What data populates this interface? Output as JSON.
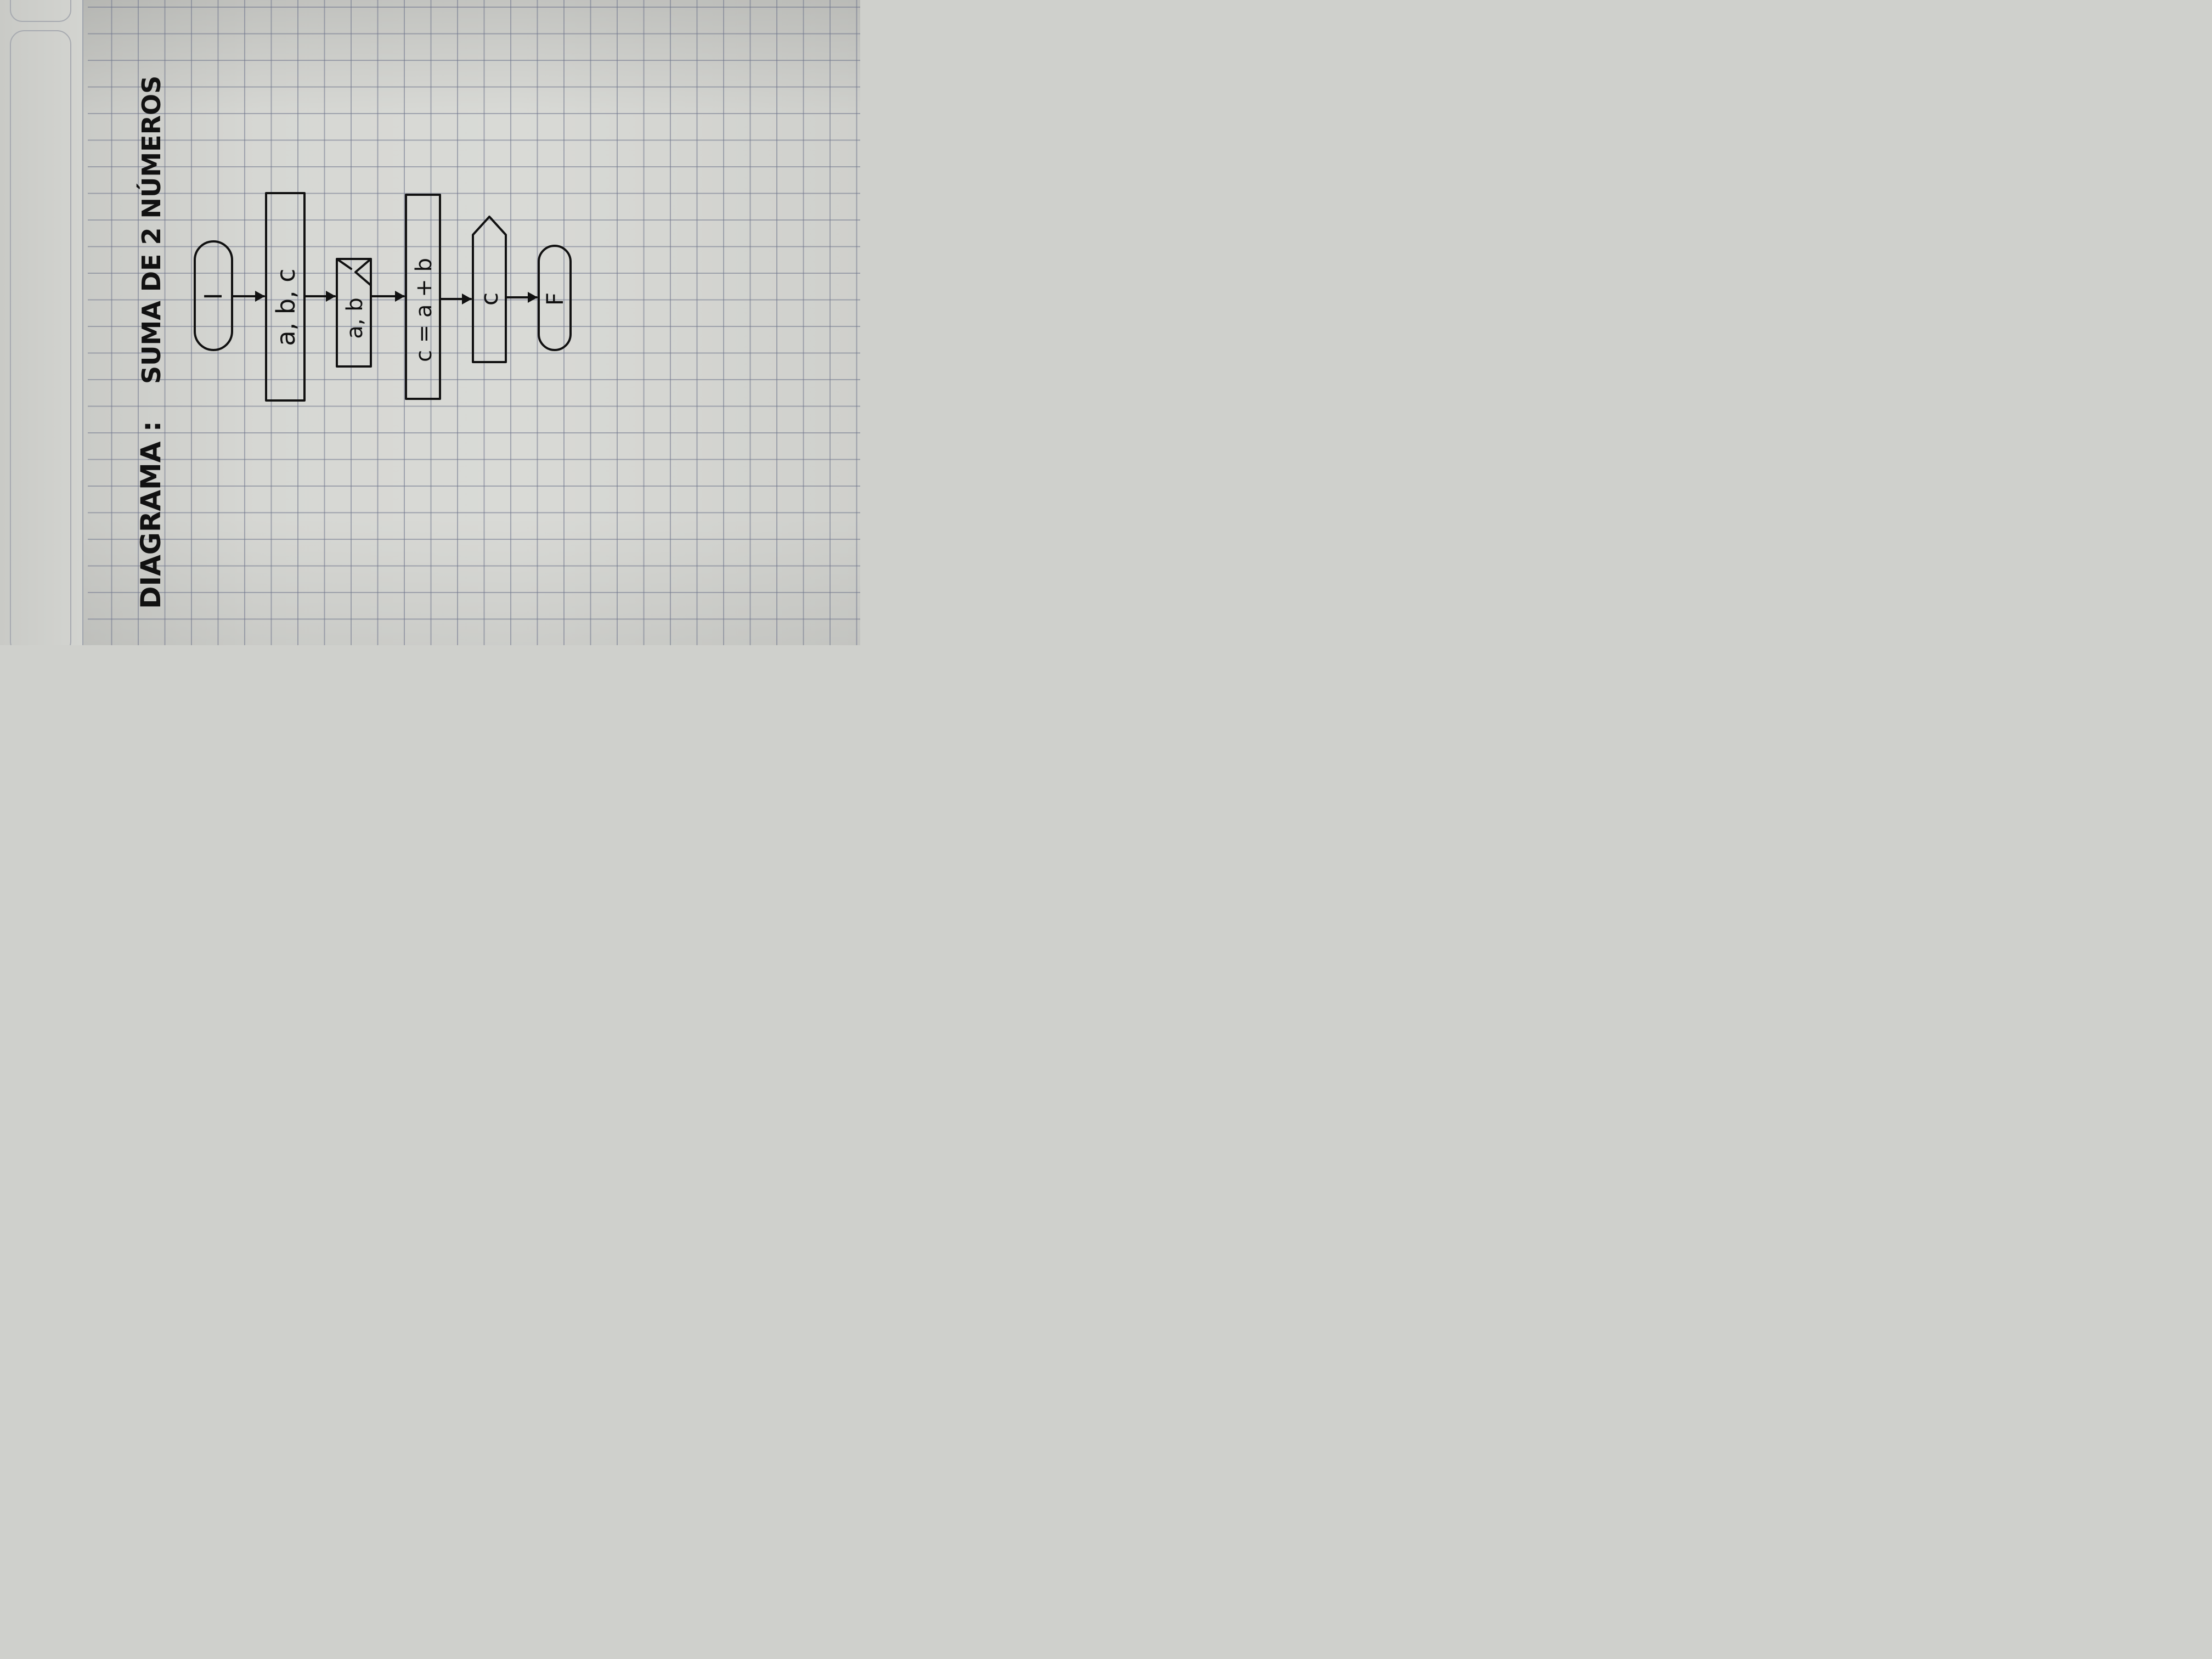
{
  "diagram": {
    "title": "DIAGRAMA :",
    "subtitle": "SUMA DE 2 NÚMEROS",
    "nodes": [
      {
        "id": "start",
        "shape": "terminator",
        "label": "I"
      },
      {
        "id": "declare",
        "shape": "process-box",
        "label": "a, b, c"
      },
      {
        "id": "input",
        "shape": "manual-input",
        "label": "a, b"
      },
      {
        "id": "compute",
        "shape": "process-box",
        "label": "c = a + b"
      },
      {
        "id": "output",
        "shape": "display",
        "label": "c"
      },
      {
        "id": "end",
        "shape": "terminator",
        "label": "F"
      }
    ],
    "edges": [
      {
        "from": "start",
        "to": "declare"
      },
      {
        "from": "declare",
        "to": "input"
      },
      {
        "from": "input",
        "to": "compute"
      },
      {
        "from": "compute",
        "to": "output"
      },
      {
        "from": "output",
        "to": "end"
      }
    ]
  },
  "colors": {
    "ink": "#111111",
    "grid": "#70768c",
    "paper": "#d6d7d3"
  }
}
